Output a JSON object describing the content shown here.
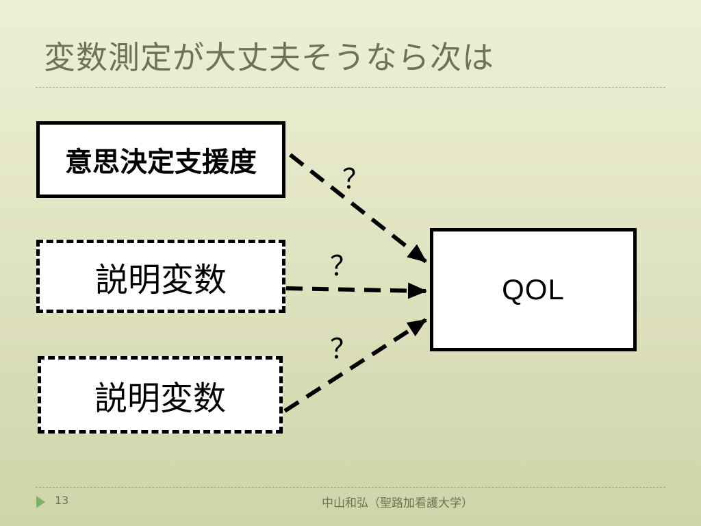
{
  "slide": {
    "title": "変数測定が大丈夫そうなら次は",
    "page_number": "13",
    "footer": "中山和弘（聖路加看護大学）"
  },
  "diagram": {
    "predictors": [
      {
        "label": "意思決定支援度",
        "border": "solid"
      },
      {
        "label": "説明変数",
        "border": "dashed"
      },
      {
        "label": "説明変数",
        "border": "dashed"
      }
    ],
    "outcome": {
      "label": "QOL"
    },
    "arrow_labels": [
      "？",
      "？",
      "？"
    ],
    "arrow_style": "dashed"
  },
  "colors": {
    "title": "#6f7355",
    "background_top": "#eef0d6",
    "background_bottom": "#cfd4a9",
    "footer_marker": "#7fb06a"
  }
}
